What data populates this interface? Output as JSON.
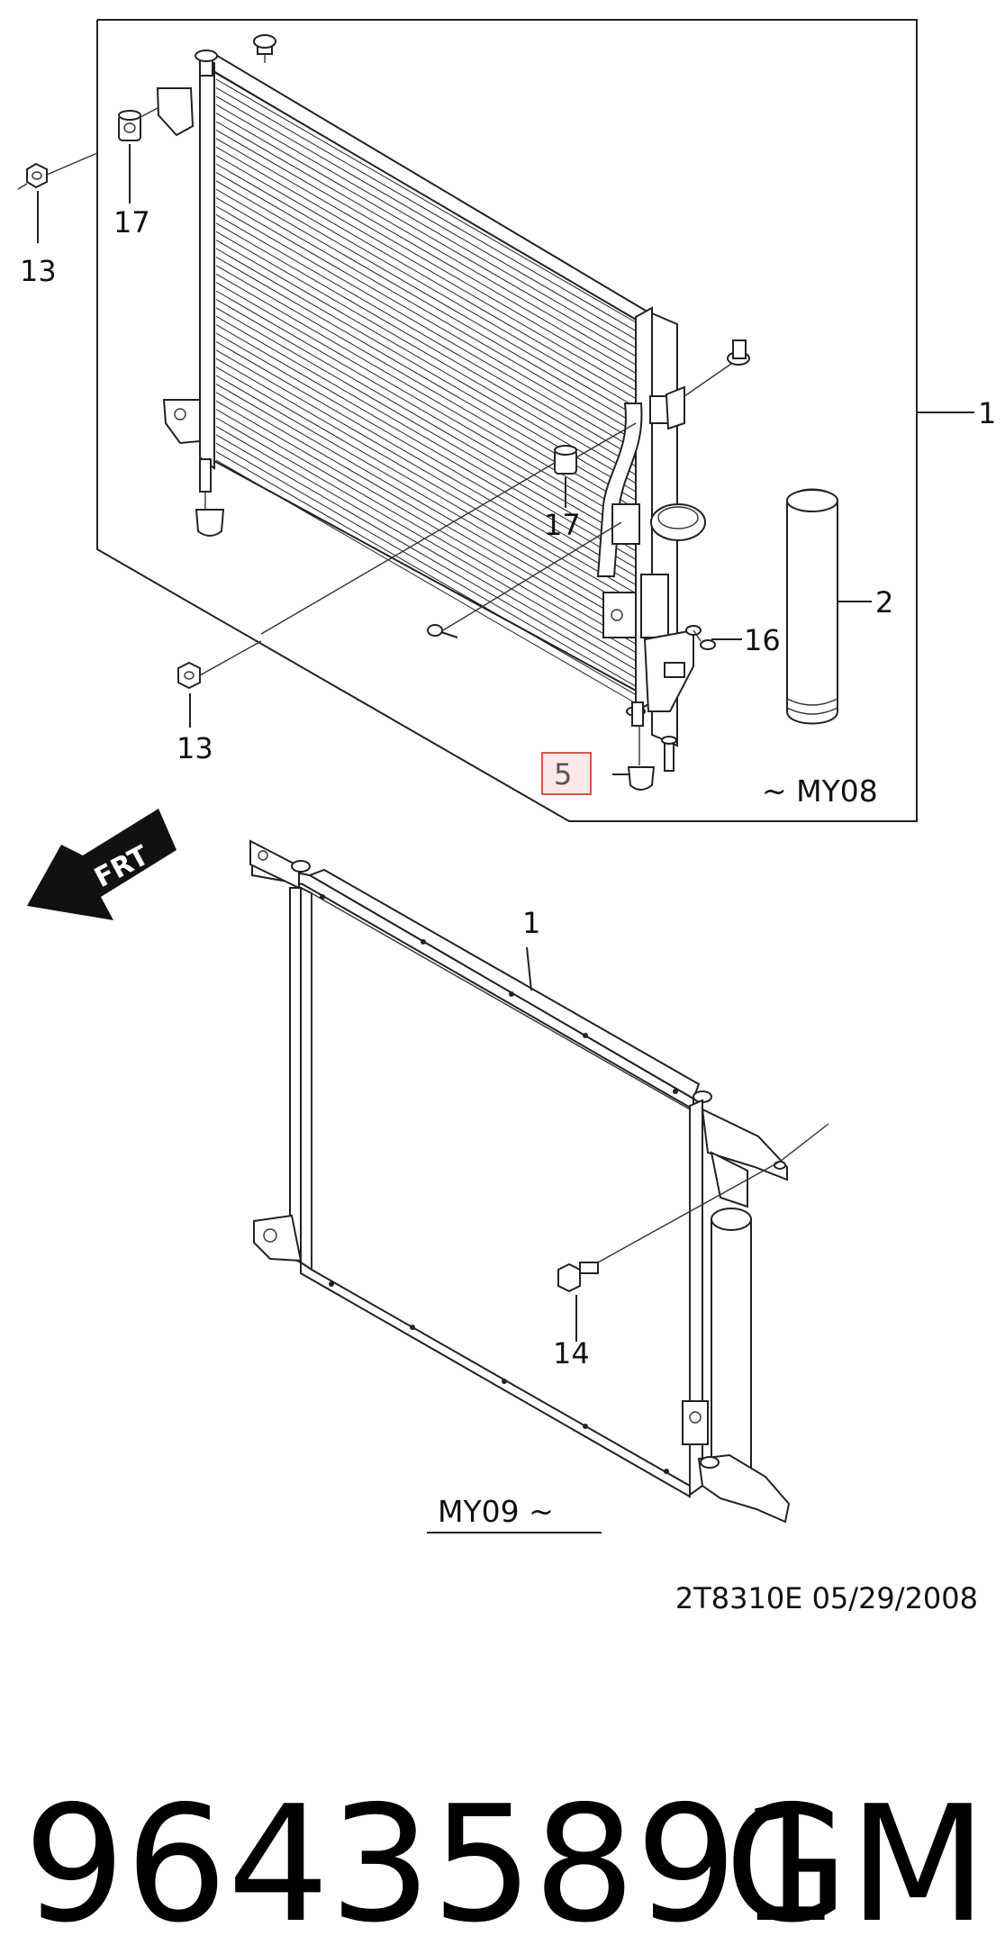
{
  "callouts": {
    "c1_top": "1",
    "c2": "2",
    "c5": "5",
    "c13_upper": "13",
    "c13_lower": "13",
    "c14": "14",
    "c16": "16",
    "c17_upper": "17",
    "c17_lower": "17",
    "c1_bottom": "1"
  },
  "labels": {
    "frt": "FRT",
    "model_year_upper": "~ MY08",
    "model_year_lower": "MY09 ~",
    "drawing_code": "2T8310E 05/29/2008"
  },
  "footer": {
    "part_number": "96435891",
    "brand": "GM"
  },
  "colors": {
    "highlight_box": "#d9534f",
    "highlight_fill": "#fbe9e9",
    "line": "#222222",
    "arrow": "#111111"
  }
}
